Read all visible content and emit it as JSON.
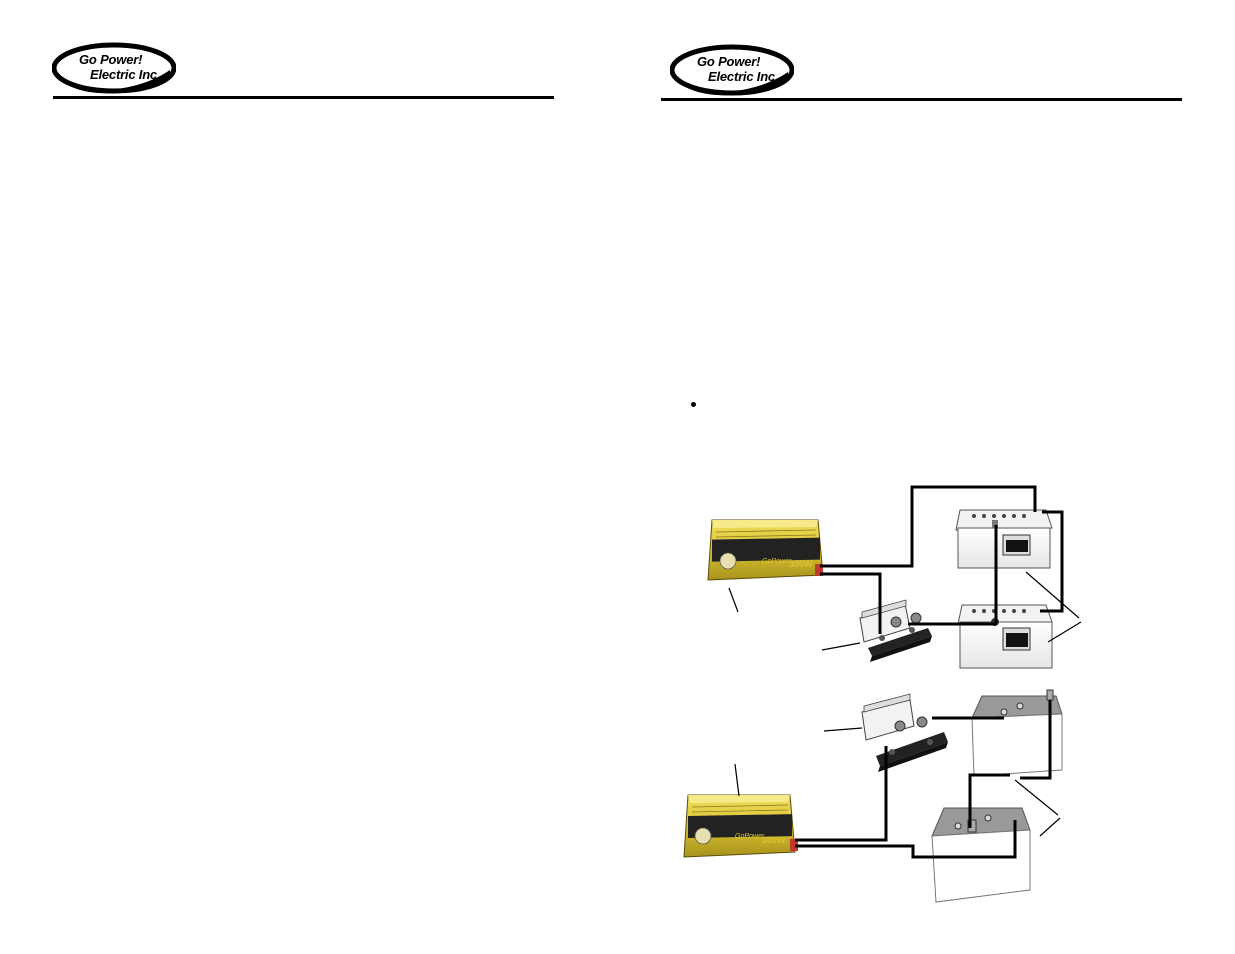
{
  "logo": {
    "line1": "Go Power!",
    "line2": "Electric Inc"
  },
  "inverter": {
    "label": "300W",
    "brand": "GoPower",
    "body_color": "#d9c232"
  },
  "bullet_list": {
    "items": [
      ""
    ]
  }
}
